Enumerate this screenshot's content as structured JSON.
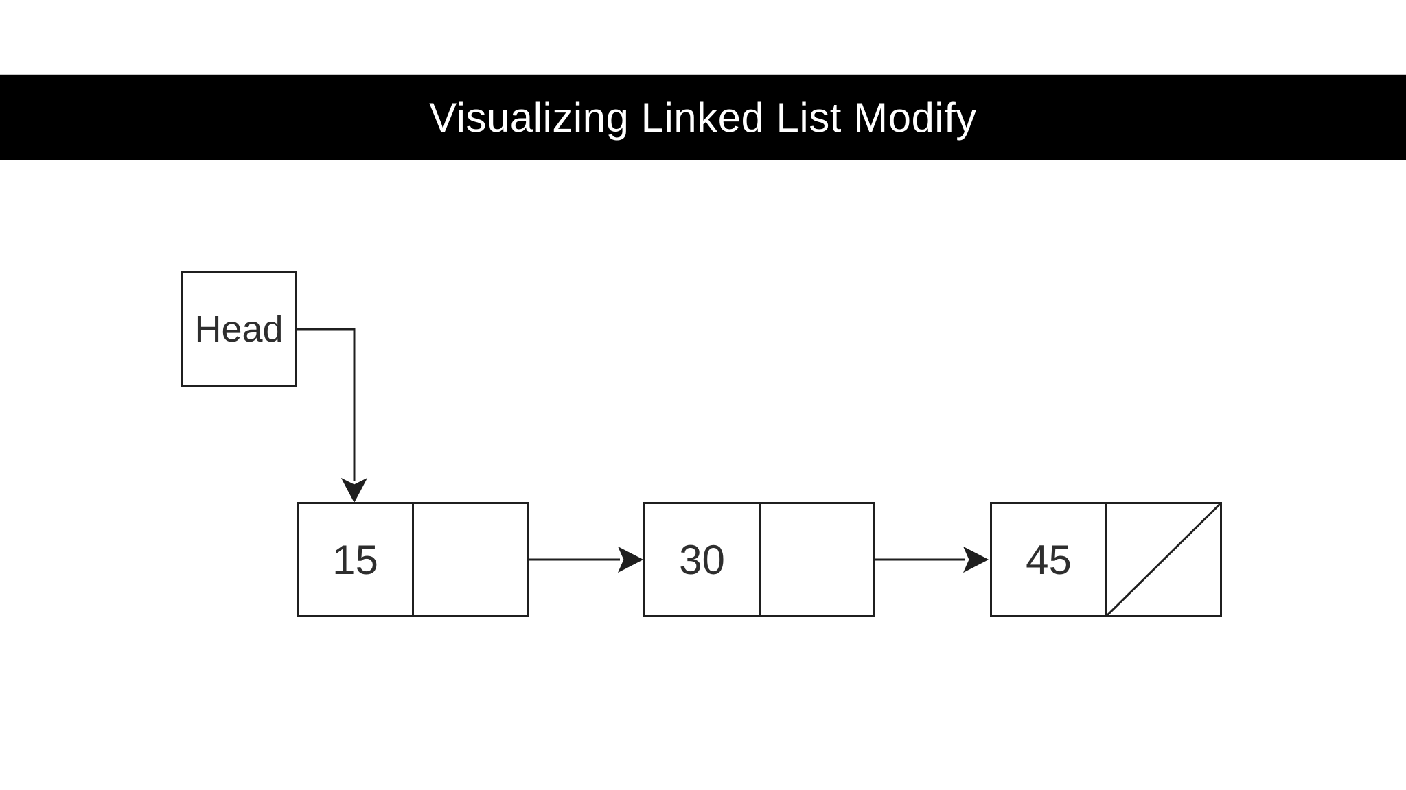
{
  "banner": {
    "title": "Visualizing Linked List Modify"
  },
  "colors": {
    "banner-bg": "#000000",
    "banner-text": "#ffffff",
    "line": "#1f1f1f",
    "node-text": "#2e2e2e",
    "page-bg": "#ffffff"
  },
  "diagram": {
    "head_label": "Head",
    "nodes": [
      {
        "value": "15",
        "is_null": false
      },
      {
        "value": "30",
        "is_null": false
      },
      {
        "value": "45",
        "is_null": true
      }
    ]
  }
}
